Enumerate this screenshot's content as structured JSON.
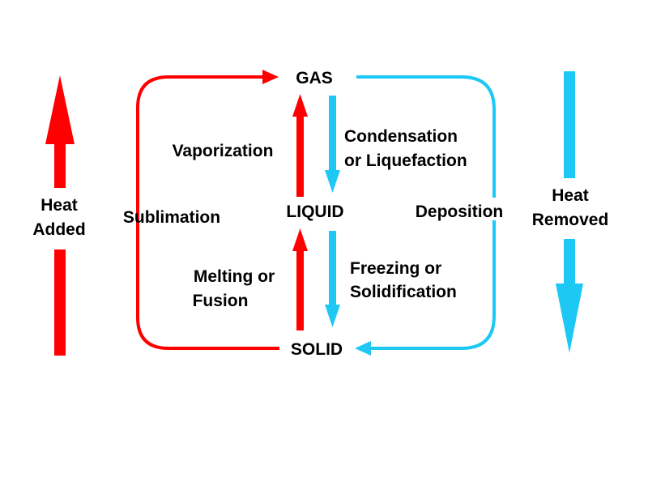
{
  "colors": {
    "heat_added": "#ff0000",
    "heat_removed": "#1ec8f5",
    "text": "#000000",
    "background": "#ffffff"
  },
  "states": {
    "gas": "GAS",
    "liquid": "LIQUID",
    "solid": "SOLID"
  },
  "processes": {
    "vaporization": "Vaporization",
    "condensation_line1": "Condensation",
    "condensation_line2": "or Liquefaction",
    "melting_line1": "Melting or",
    "melting_line2": "Fusion",
    "freezing_line1": "Freezing or",
    "freezing_line2": "Solidification",
    "sublimation": "Sublimation",
    "deposition": "Deposition"
  },
  "heat": {
    "added_line1": "Heat",
    "added_line2": "Added",
    "removed_line1": "Heat",
    "removed_line2": "Removed"
  }
}
